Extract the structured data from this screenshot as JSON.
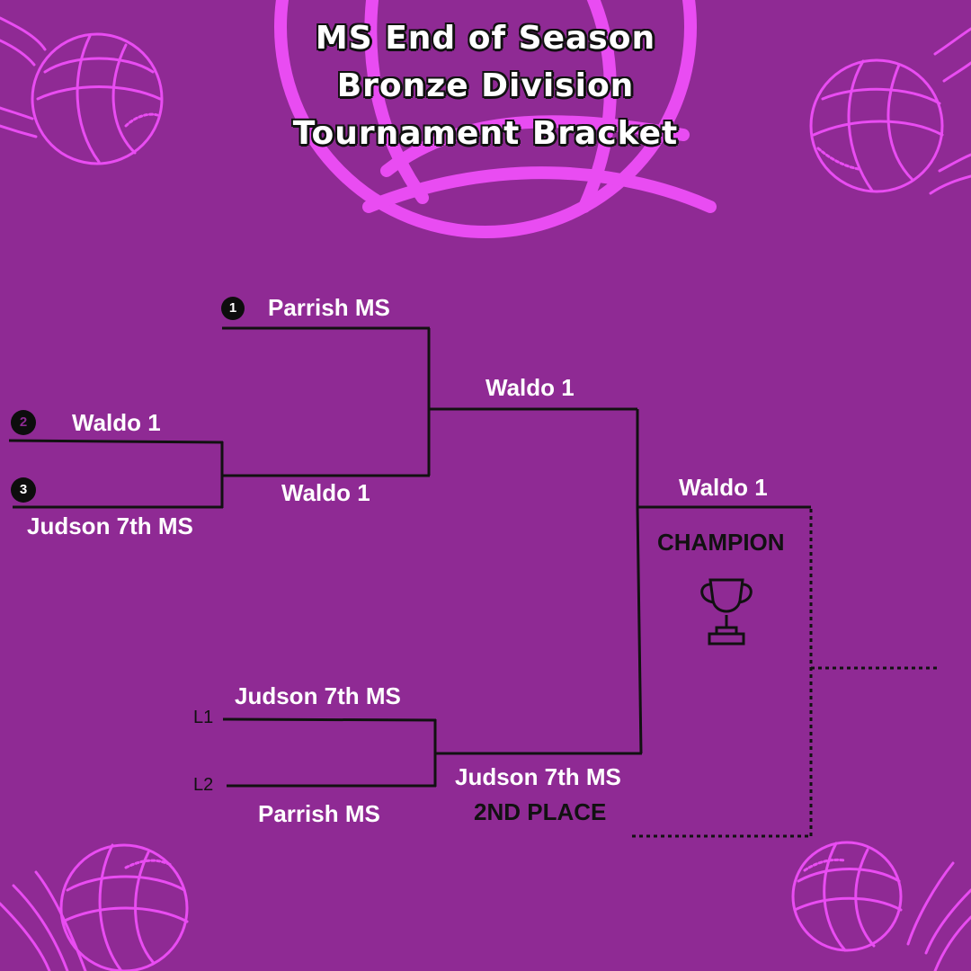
{
  "title": {
    "line1": "MS End of Season",
    "line2": "Bronze Division",
    "line3": "Tournament Bracket"
  },
  "seeds": {
    "s1": "1",
    "s2": "2",
    "s3": "3"
  },
  "round1": {
    "seed1_team": "Parrish MS",
    "seed2_team": "Waldo 1",
    "seed3_team": "Judson 7th MS",
    "winner_2v3": "Waldo 1"
  },
  "round2": {
    "winner": "Waldo 1"
  },
  "final": {
    "champion_team": "Waldo 1",
    "champion_label": "CHAMPION"
  },
  "losers": {
    "l1_tag": "L1",
    "l2_tag": "L2",
    "l1_team": "Judson 7th MS",
    "l2_team": "Parrish MS",
    "winner": "Judson 7th MS",
    "second_label": "2ND PLACE"
  },
  "colors": {
    "background": "#8f2a94",
    "accent": "#e94cf2",
    "line": "#111111"
  },
  "icons": [
    "volleyball-icon",
    "trophy-icon"
  ]
}
